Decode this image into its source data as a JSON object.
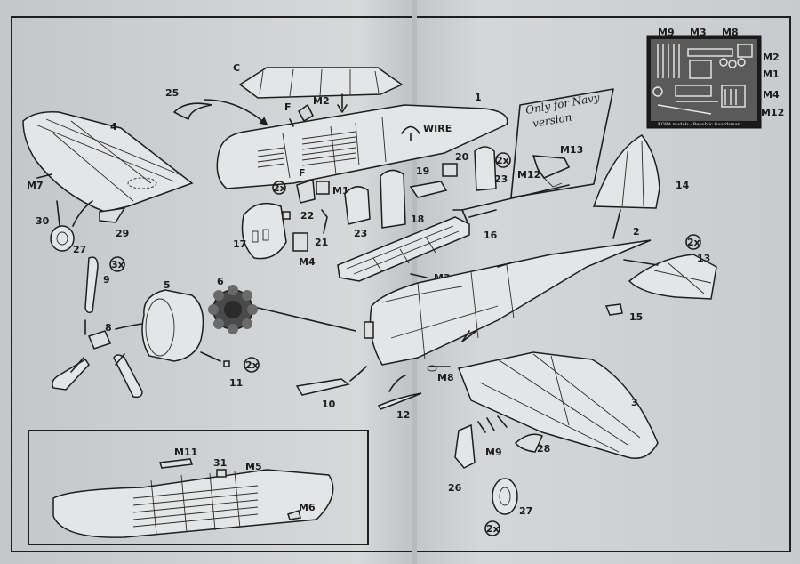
{
  "sheet": {
    "etched_panel": {
      "top_labels": [
        "M9",
        "M3",
        "M8"
      ],
      "side_labels": [
        "M2",
        "M1",
        "M4",
        "M12"
      ],
      "footer": "KORA models - Republic Guardsman"
    },
    "navy_note": {
      "text_line1": "Only for Navy",
      "text_line2": "version",
      "labels": [
        "M13",
        "M12"
      ]
    },
    "parts": {
      "canopy": "C",
      "canopy_side": "25",
      "fuselage_half": "1",
      "fuselage_right": "2",
      "wing_lower": "3",
      "wing_left": "4",
      "cowling": "5",
      "engine": "6",
      "prop_hub": "8",
      "prop_blade": "9",
      "exhaust": "10",
      "intake": "11",
      "pitot": "12",
      "stabilizer": "13",
      "fin": "14",
      "tailwheel": "15",
      "floor": "16",
      "bulkhead": "17",
      "seat_back": "18",
      "part_19": "19",
      "part_20": "20",
      "part_21": "21",
      "part_22": "22",
      "seat": "23",
      "part_23b": "23",
      "strut": "26",
      "wheel": "27",
      "wheel_top": "27",
      "cover": "28",
      "wing_part": "29",
      "gear_leg": "30",
      "part_31": "31"
    },
    "pe_labels": {
      "m1": "M1",
      "m2": "M2",
      "m3": "M3",
      "m4": "M4",
      "m5": "M5",
      "m6": "M6",
      "m7": "M7",
      "m8": "M8",
      "m9": "M9",
      "m11": "M11",
      "f1": "F",
      "f2": "F"
    },
    "quantity_marks": {
      "q_stab": "2x",
      "q_blade": "3x",
      "q_intake": "2x",
      "q_seat": "2x",
      "q_wheel": "2x",
      "q_bulk": "2x"
    },
    "wire_label": "WIRE"
  }
}
